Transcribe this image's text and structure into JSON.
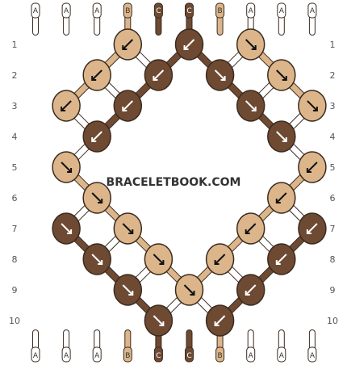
{
  "colors": {
    "A": "#ffffff",
    "B": "#dcb68a",
    "C": "#6e4a33",
    "outline": "#3a2a1f",
    "label_text_light": "#333333",
    "label_text_dark": "#ffffff",
    "row_label": "#555555"
  },
  "strands_top": [
    "A",
    "A",
    "A",
    "B",
    "C",
    "C",
    "B",
    "A",
    "A",
    "A"
  ],
  "strands_bottom": [
    "A",
    "A",
    "A",
    "B",
    "C",
    "C",
    "B",
    "A",
    "A",
    "A"
  ],
  "row_numbers": [
    "1",
    "2",
    "3",
    "4",
    "5",
    "6",
    "7",
    "8",
    "9",
    "10"
  ],
  "watermark": "BRACELETBOOK.COM",
  "knots": [
    {
      "row": 1,
      "col": 3,
      "color": "B",
      "dir": "sw"
    },
    {
      "row": 1,
      "col": 5,
      "color": "C",
      "dir": "sw"
    },
    {
      "row": 1,
      "col": 7,
      "color": "B",
      "dir": "se"
    },
    {
      "row": 2,
      "col": 2,
      "color": "B",
      "dir": "sw"
    },
    {
      "row": 2,
      "col": 4,
      "color": "C",
      "dir": "sw"
    },
    {
      "row": 2,
      "col": 6,
      "color": "C",
      "dir": "se"
    },
    {
      "row": 2,
      "col": 8,
      "color": "B",
      "dir": "se"
    },
    {
      "row": 3,
      "col": 1,
      "color": "B",
      "dir": "sw"
    },
    {
      "row": 3,
      "col": 3,
      "color": "C",
      "dir": "sw"
    },
    {
      "row": 3,
      "col": 7,
      "color": "C",
      "dir": "se"
    },
    {
      "row": 3,
      "col": 9,
      "color": "B",
      "dir": "se"
    },
    {
      "row": 4,
      "col": 2,
      "color": "C",
      "dir": "sw"
    },
    {
      "row": 4,
      "col": 8,
      "color": "C",
      "dir": "se"
    },
    {
      "row": 5,
      "col": 1,
      "color": "B",
      "dir": "se"
    },
    {
      "row": 5,
      "col": 9,
      "color": "B",
      "dir": "sw"
    },
    {
      "row": 6,
      "col": 2,
      "color": "B",
      "dir": "se"
    },
    {
      "row": 6,
      "col": 8,
      "color": "B",
      "dir": "sw"
    },
    {
      "row": 7,
      "col": 1,
      "color": "C",
      "dir": "se"
    },
    {
      "row": 7,
      "col": 3,
      "color": "B",
      "dir": "se"
    },
    {
      "row": 7,
      "col": 7,
      "color": "B",
      "dir": "sw"
    },
    {
      "row": 7,
      "col": 9,
      "color": "C",
      "dir": "sw"
    },
    {
      "row": 8,
      "col": 2,
      "color": "C",
      "dir": "se"
    },
    {
      "row": 8,
      "col": 4,
      "color": "B",
      "dir": "se"
    },
    {
      "row": 8,
      "col": 6,
      "color": "B",
      "dir": "sw"
    },
    {
      "row": 8,
      "col": 8,
      "color": "C",
      "dir": "sw"
    },
    {
      "row": 9,
      "col": 3,
      "color": "C",
      "dir": "se"
    },
    {
      "row": 9,
      "col": 5,
      "color": "B",
      "dir": "se"
    },
    {
      "row": 9,
      "col": 7,
      "color": "C",
      "dir": "sw"
    },
    {
      "row": 10,
      "col": 4,
      "color": "C",
      "dir": "se"
    },
    {
      "row": 10,
      "col": 6,
      "color": "C",
      "dir": "sw"
    }
  ]
}
